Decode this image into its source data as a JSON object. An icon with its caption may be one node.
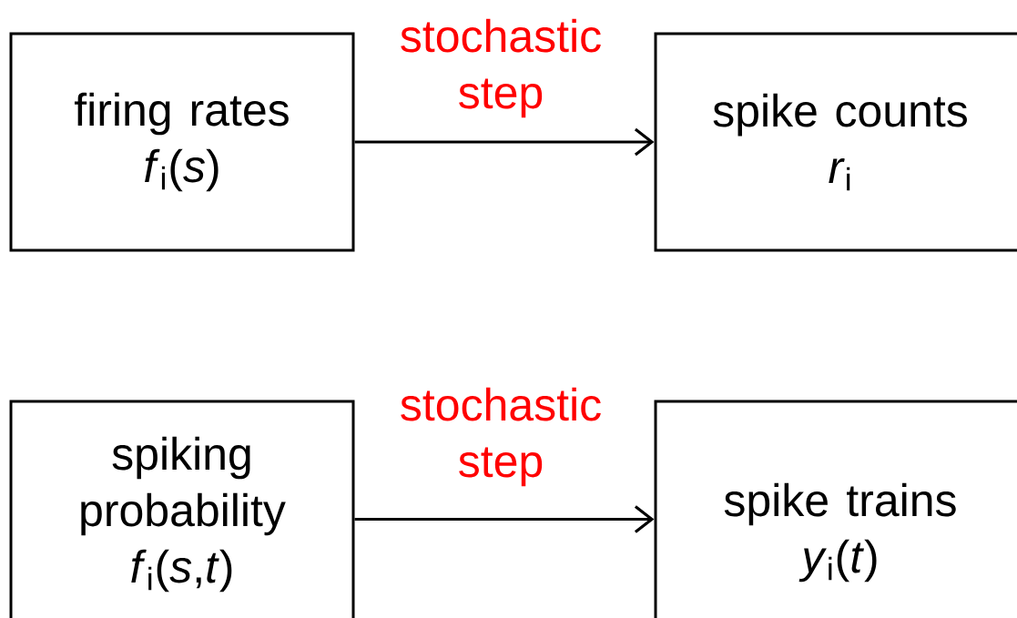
{
  "diagram": {
    "nodes": [
      {
        "text": [
          "firing rates",
          "*f*$_{i}$(*s*)"
        ]
      },
      {
        "text": [
          "spike counts",
          "*r*$_{i}$"
        ]
      },
      {
        "text": [
          "spiking probability",
          "*f*$_{i}$(*s*,*t*)"
        ]
      },
      {
        "text": [
          "spike trains",
          "*y*$_{i}$(*t*)"
        ]
      }
    ],
    "edges": [
      {
        "from": 0,
        "to": 1,
        "arrow": "to",
        "label": "stochastic step"
      },
      {
        "from": 2,
        "to": 3,
        "arrow": "to",
        "label": "stochastic step"
      }
    ]
  }
}
